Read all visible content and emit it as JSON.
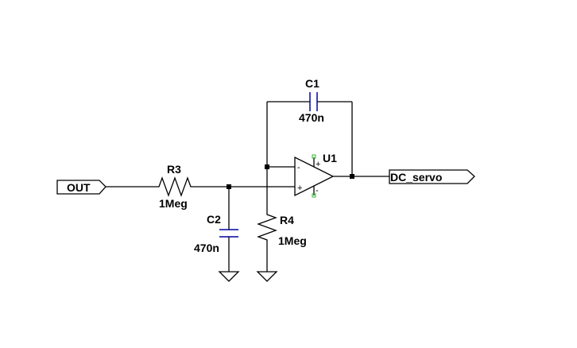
{
  "components": {
    "r3": {
      "ref": "R3",
      "value": "1Meg"
    },
    "r4": {
      "ref": "R4",
      "value": "1Meg"
    },
    "c1": {
      "ref": "C1",
      "value": "470n"
    },
    "c2": {
      "ref": "C2",
      "value": "470n"
    },
    "u1": {
      "ref": "U1",
      "minus": "-",
      "plus": "+",
      "pin_plus": "+",
      "pin_minus": "-"
    }
  },
  "nets": {
    "input_label": "OUT",
    "output_label": "DC_servo"
  },
  "colors": {
    "wire": "#000000",
    "capacitor": "#0000a0",
    "pin_marker": "#2db82d"
  }
}
